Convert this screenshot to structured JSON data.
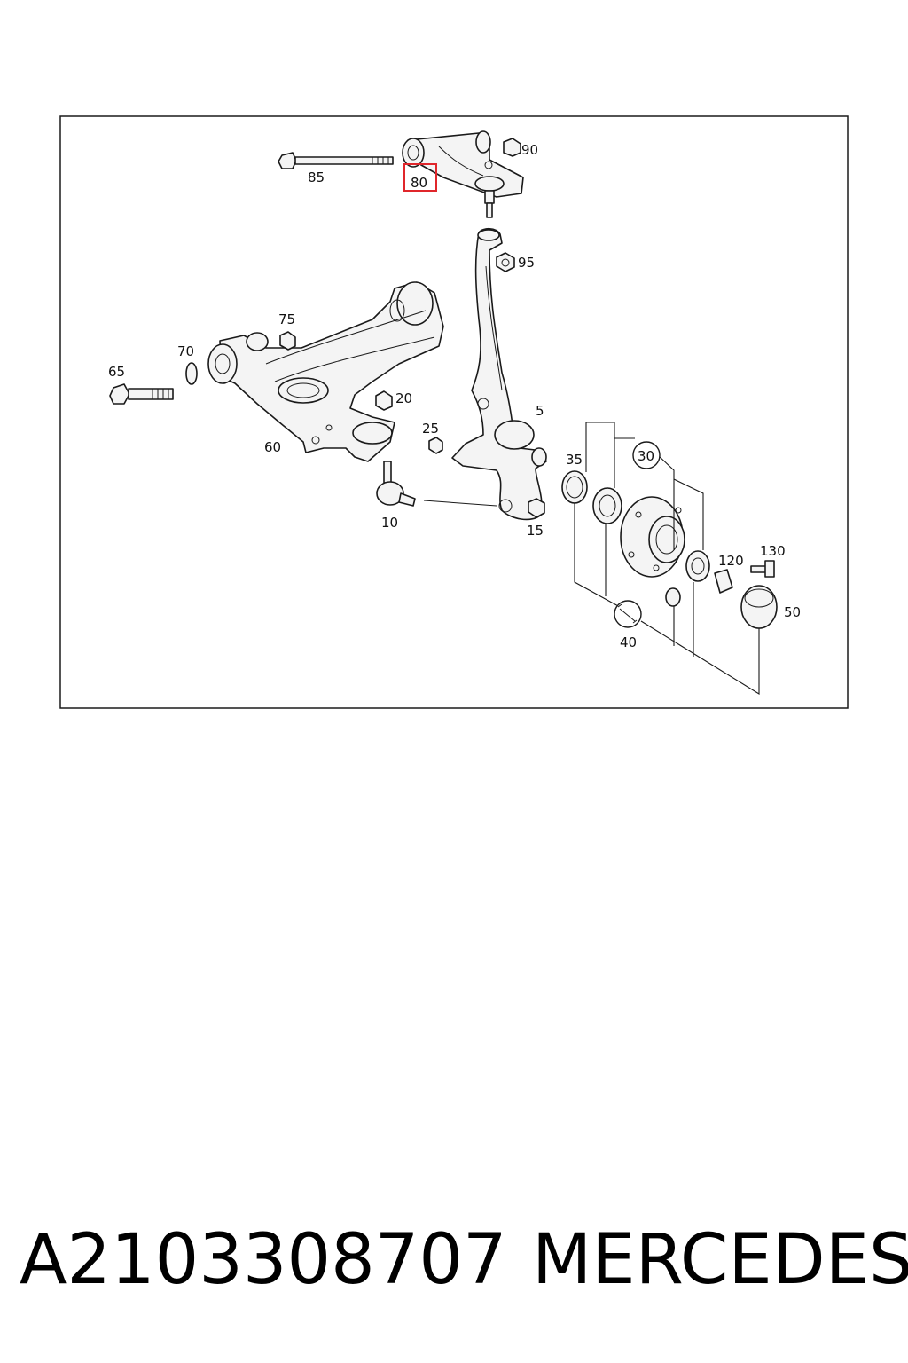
{
  "diagram": {
    "highlight_color": "#e0262b",
    "callouts": {
      "p5": "5",
      "p10": "10",
      "p15": "15",
      "p20": "20",
      "p25": "25",
      "p30": "30",
      "p35": "35",
      "p40": "40",
      "p50": "50",
      "p60": "60",
      "p65": "65",
      "p70": "70",
      "p75": "75",
      "p80": "80",
      "p85": "85",
      "p90": "90",
      "p95": "95",
      "p120": "120",
      "p130": "130"
    }
  },
  "footer": {
    "part_number": "A2103308707",
    "brand": "MERCEDES"
  }
}
